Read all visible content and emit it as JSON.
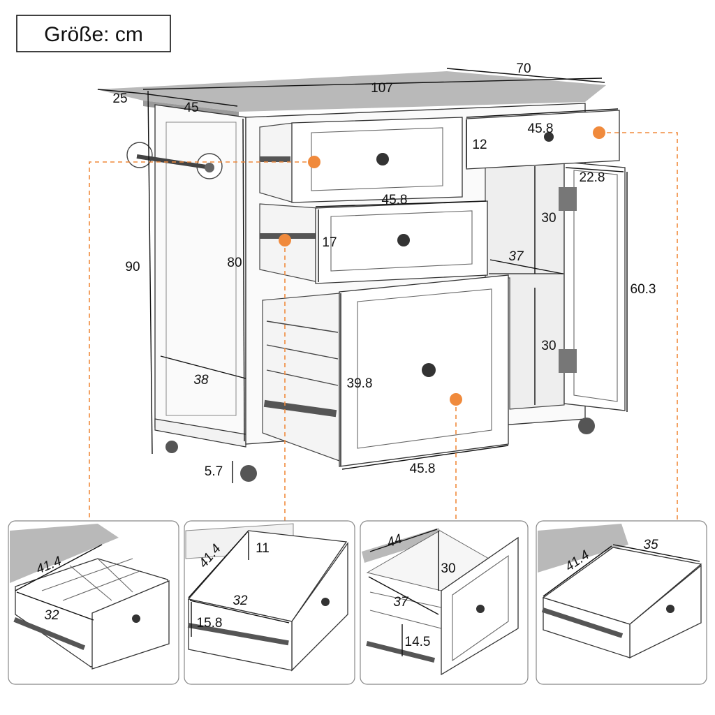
{
  "title": "Größe: cm",
  "colors": {
    "accent": "#f08a3c",
    "line": "#111111",
    "wood": "#b9b9b9"
  },
  "main": {
    "dims": {
      "top_depth": "70",
      "top_width": "107",
      "overhang": "25",
      "body_depth": "45",
      "top_drawer_width": "45.8",
      "top_drawer_height": "12",
      "door_width": "22.8",
      "cab_shelf_upper": "30",
      "cab_height": "60.3",
      "cab_depth": "37",
      "cab_shelf_lower": "30",
      "mid_drawer_width": "45.8",
      "mid_drawer_height": "17",
      "total_height": "90",
      "body_height": "80",
      "side_depth": "38",
      "bottom_drawer_height": "39.8",
      "bottom_drawer_width": "45.8",
      "wheel_height": "5.7"
    }
  },
  "details": [
    {
      "dims": [
        "41.4",
        "32"
      ]
    },
    {
      "dims": [
        "41.4",
        "11",
        "32",
        "15.8"
      ]
    },
    {
      "dims": [
        "44",
        "30",
        "37",
        "14.5"
      ]
    },
    {
      "dims": [
        "41.4",
        "35"
      ]
    }
  ]
}
